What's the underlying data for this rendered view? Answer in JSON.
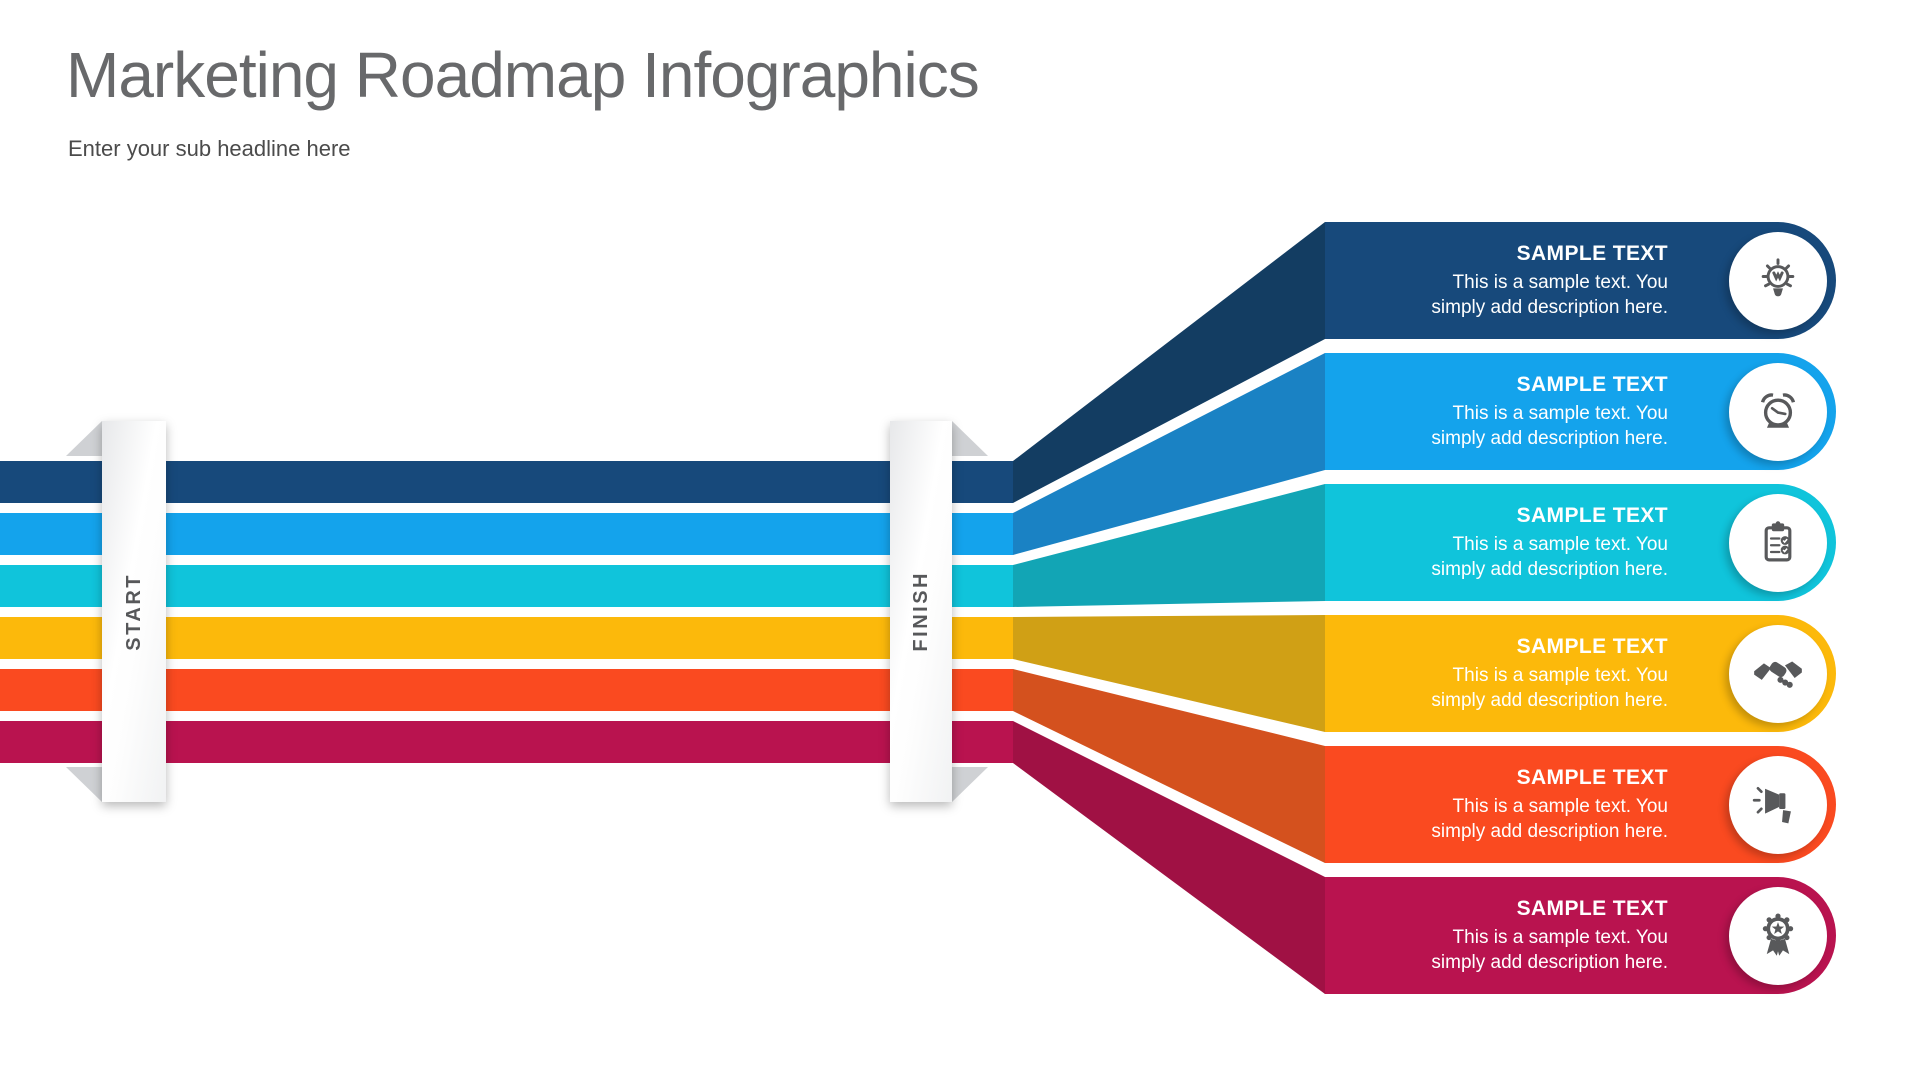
{
  "header": {
    "title": "Marketing Roadmap Infographics",
    "subtitle": "Enter your sub headline here"
  },
  "timeline": {
    "start_label": "START",
    "finish_label": "FINISH",
    "label_color": "#57585A",
    "fold_color": "#CFD1D4"
  },
  "theme": {
    "background": "#FFFFFF",
    "icon_color": "#58595B",
    "card_text_color": "#FFFFFF"
  },
  "cards": [
    {
      "title": "SAMPLE TEXT",
      "description_lines": [
        "This is a sample text. You",
        "simply add description here."
      ],
      "icon": "lightbulb",
      "color": "#17497B",
      "fan_color": "#133D62"
    },
    {
      "title": "SAMPLE TEXT",
      "description_lines": [
        "This is a sample text. You",
        "simply add description here."
      ],
      "icon": "alarm-clock",
      "color": "#14A3EC",
      "fan_color": "#1A82C4"
    },
    {
      "title": "SAMPLE TEXT",
      "description_lines": [
        "This is a sample text. You",
        "simply add description here."
      ],
      "icon": "clipboard-checklist",
      "color": "#10C4DB",
      "fan_color": "#12A5B5"
    },
    {
      "title": "SAMPLE TEXT",
      "description_lines": [
        "This is a sample text. You",
        "simply add description here."
      ],
      "icon": "handshake",
      "color": "#FCB90B",
      "fan_color": "#D0A015"
    },
    {
      "title": "SAMPLE TEXT",
      "description_lines": [
        "This is a sample text. You",
        "simply add description here."
      ],
      "icon": "megaphone",
      "color": "#FA4A20",
      "fan_color": "#D4511E"
    },
    {
      "title": "SAMPLE TEXT",
      "description_lines": [
        "This is a sample text. You",
        "simply add description here."
      ],
      "icon": "award-medal",
      "color": "#B9134F",
      "fan_color": "#A01144"
    }
  ]
}
